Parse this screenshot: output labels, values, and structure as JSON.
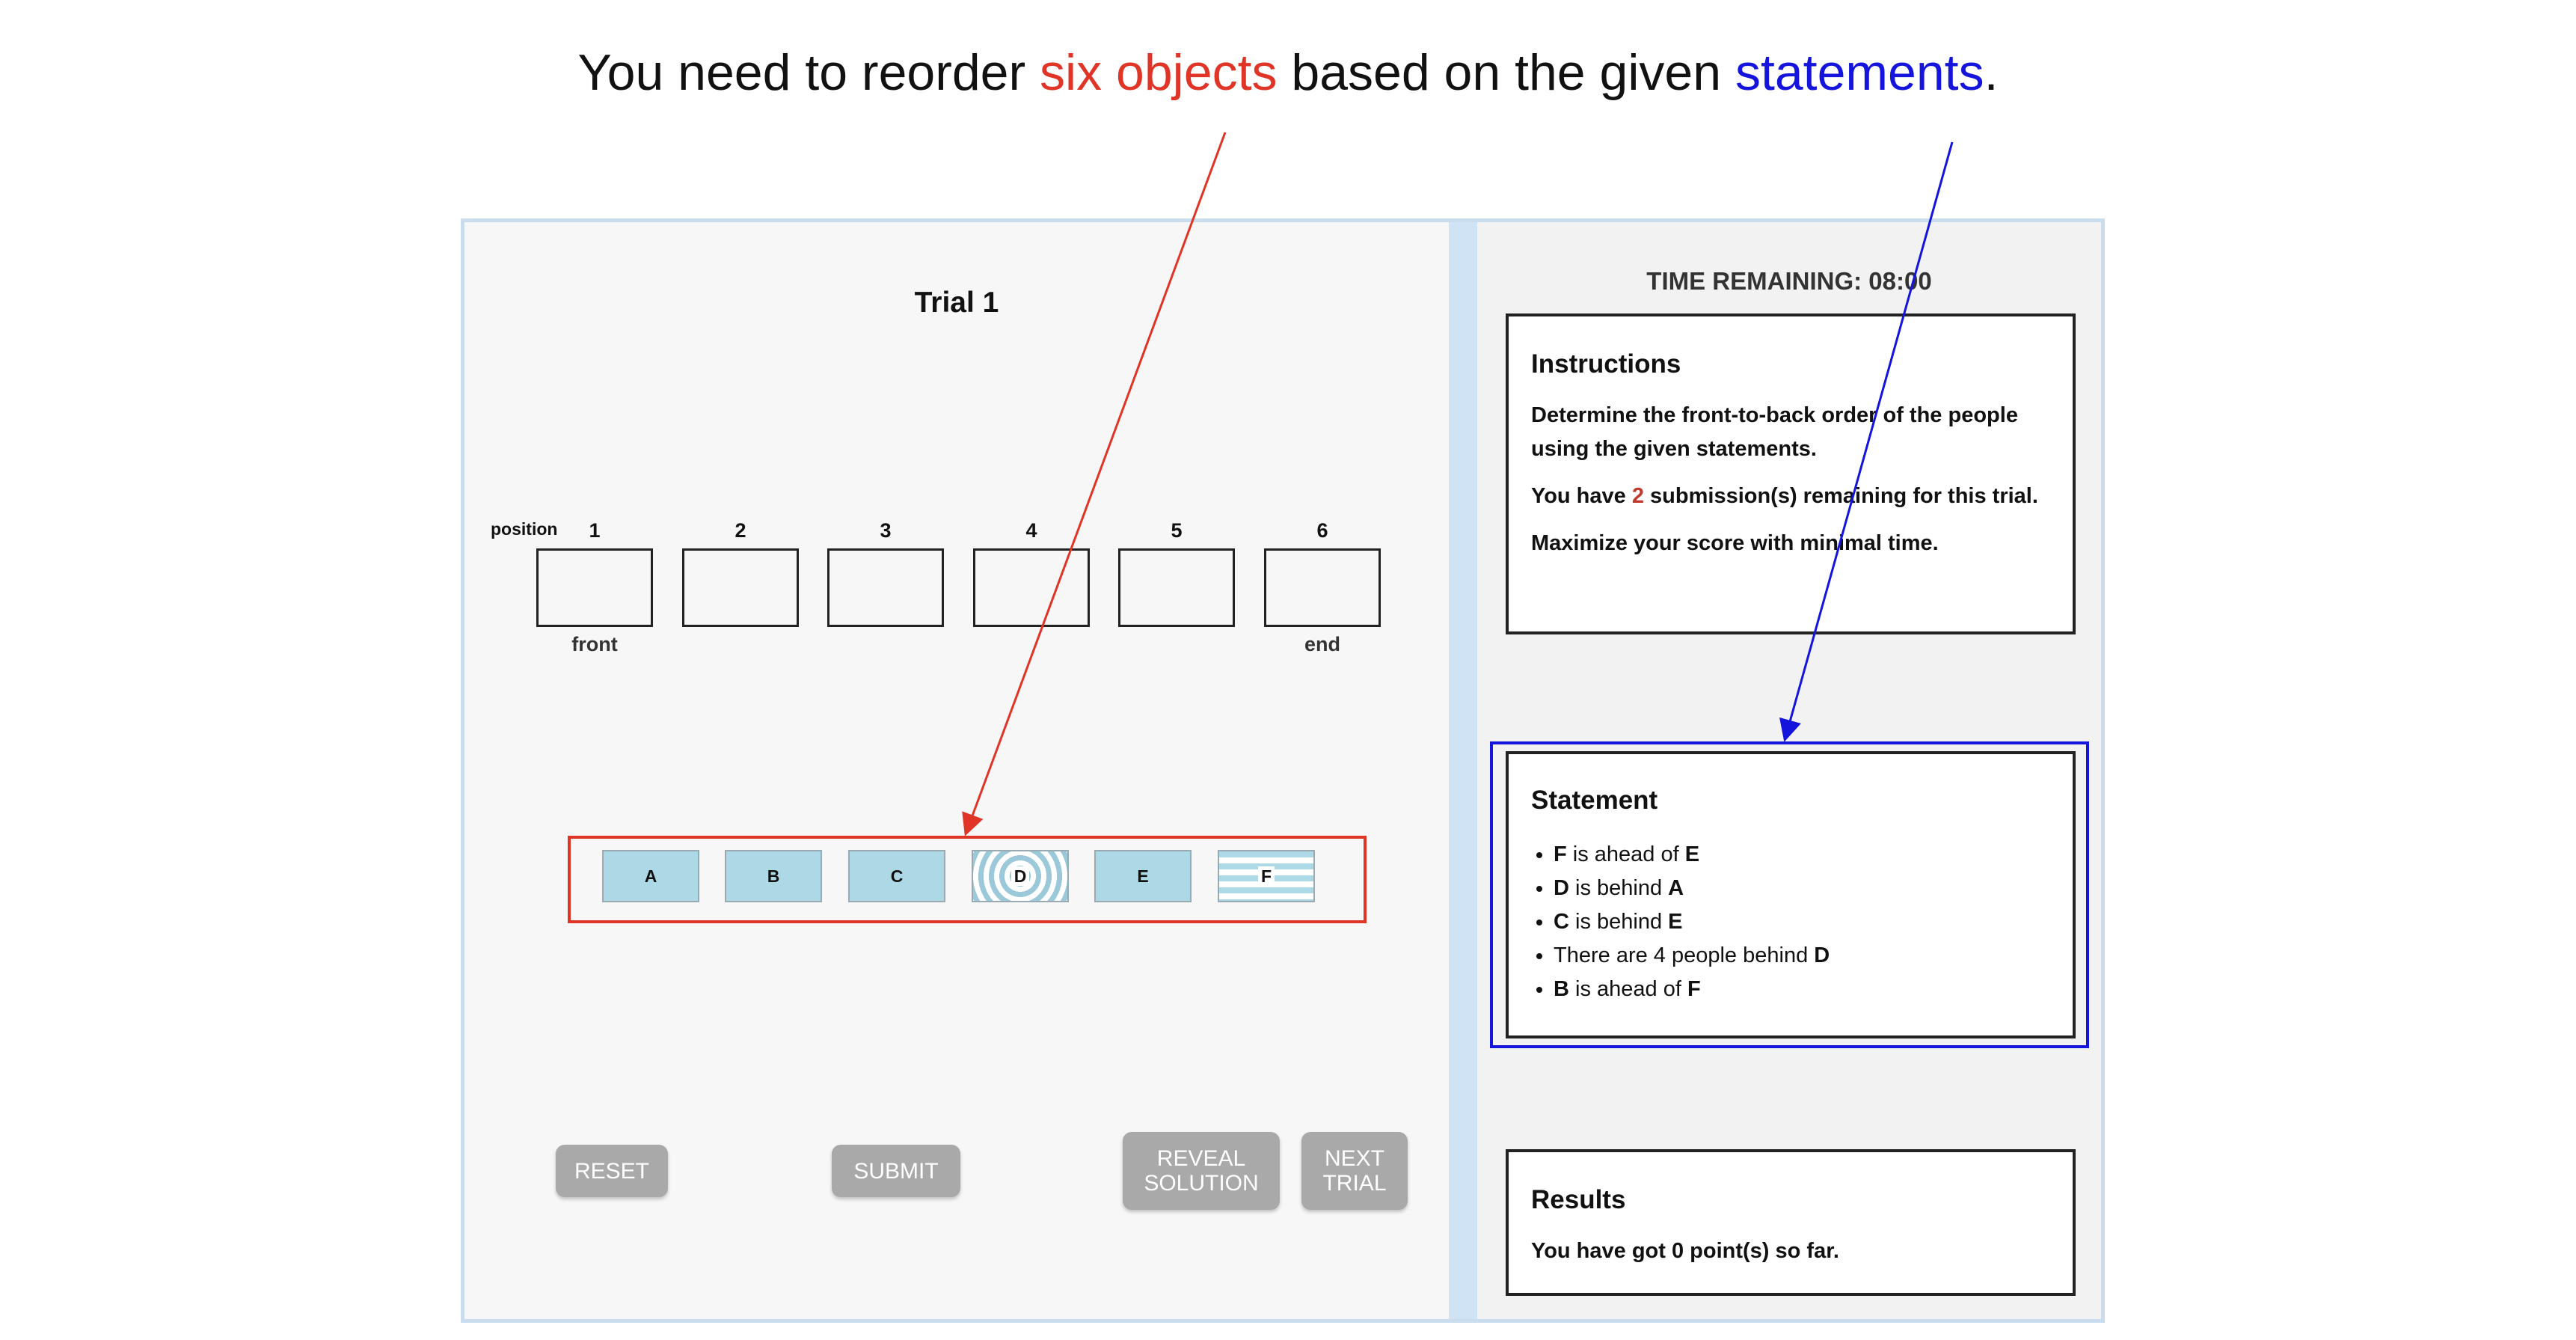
{
  "caption": {
    "prefix": "You need to reorder ",
    "red": "six objects",
    "middle": " based on the given ",
    "blue": "statements",
    "suffix": "."
  },
  "trial": {
    "title": "Trial 1"
  },
  "positions": {
    "label": "position",
    "numbers": [
      "1",
      "2",
      "3",
      "4",
      "5",
      "6"
    ],
    "front_label": "front",
    "end_label": "end"
  },
  "objects": [
    {
      "label": "A",
      "pattern": "plain"
    },
    {
      "label": "B",
      "pattern": "plain"
    },
    {
      "label": "C",
      "pattern": "plain"
    },
    {
      "label": "D",
      "pattern": "rings"
    },
    {
      "label": "E",
      "pattern": "plain"
    },
    {
      "label": "F",
      "pattern": "stripes"
    }
  ],
  "buttons": {
    "reset": "RESET",
    "submit": "SUBMIT",
    "reveal_1": "REVEAL",
    "reveal_2": "SOLUTION",
    "next_1": "NEXT",
    "next_2": "TRIAL"
  },
  "timer": {
    "text": "TIME REMAINING: 08:00"
  },
  "instructions": {
    "title": "Instructions",
    "line1": "Determine the front-to-back order of the people using the given statements.",
    "line2_prefix": "You have ",
    "line2_count": "2",
    "line2_suffix": " submission(s) remaining for this trial.",
    "line3": "Maximize your score with minimal time."
  },
  "statement": {
    "title": "Statement",
    "items": [
      {
        "a": "F",
        "rel": " is ahead of ",
        "b": "E"
      },
      {
        "a": "D",
        "rel": " is behind ",
        "b": "A"
      },
      {
        "a": "C",
        "rel": " is behind ",
        "b": "E"
      },
      {
        "a": "",
        "rel": "There are 4 people behind ",
        "b": "D"
      },
      {
        "a": "B",
        "rel": " is ahead of ",
        "b": "F"
      }
    ]
  },
  "results": {
    "title": "Results",
    "text": "You have got 0 point(s) so far."
  },
  "colors": {
    "annotation_red": "#e03427",
    "annotation_blue": "#1414dc",
    "object_fill": "#add8e6",
    "button_gray": "#a9a9a9",
    "panel_border": "#c9ddee"
  }
}
